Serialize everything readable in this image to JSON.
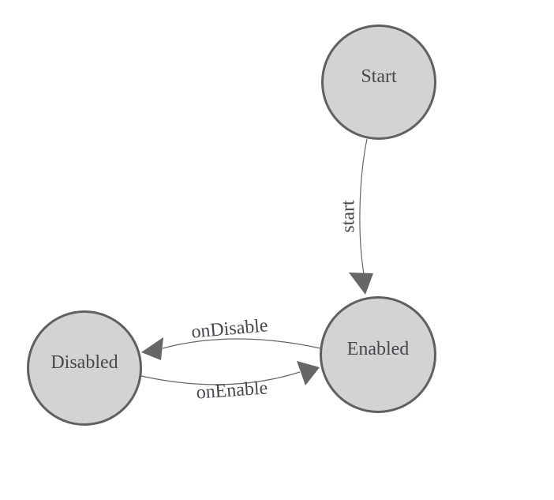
{
  "diagram": {
    "kind": "state-machine",
    "nodes": [
      {
        "id": "Start",
        "label": "Start"
      },
      {
        "id": "Enabled",
        "label": "Enabled"
      },
      {
        "id": "Disabled",
        "label": "Disabled"
      }
    ],
    "edges": [
      {
        "from": "Start",
        "to": "Enabled",
        "label": "start"
      },
      {
        "from": "Enabled",
        "to": "Disabled",
        "label": "onDisable"
      },
      {
        "from": "Disabled",
        "to": "Enabled",
        "label": "onEnable"
      }
    ],
    "colors": {
      "background": "#ffffff",
      "node_fill": "#d3d3d3",
      "node_border": "#606060",
      "edge_stroke": "#666666",
      "label_text": "#45484d"
    }
  }
}
